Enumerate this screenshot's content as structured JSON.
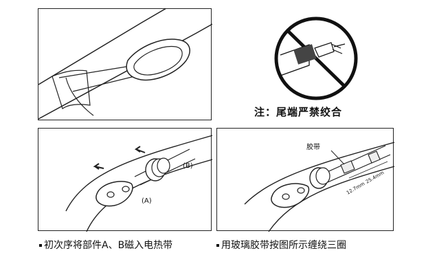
{
  "note": "注：尾端严禁绞合",
  "steps": [
    {
      "caption": "初次序将部件A、B磁入电热带"
    },
    {
      "caption": "用玻璃胶带按图所示缠绕三圈"
    }
  ],
  "labels": {
    "part_a": "(A)",
    "part_b": "(B)",
    "tape": "胶带",
    "dim_1": "12.7mm",
    "dim_2": "25.4mm"
  }
}
